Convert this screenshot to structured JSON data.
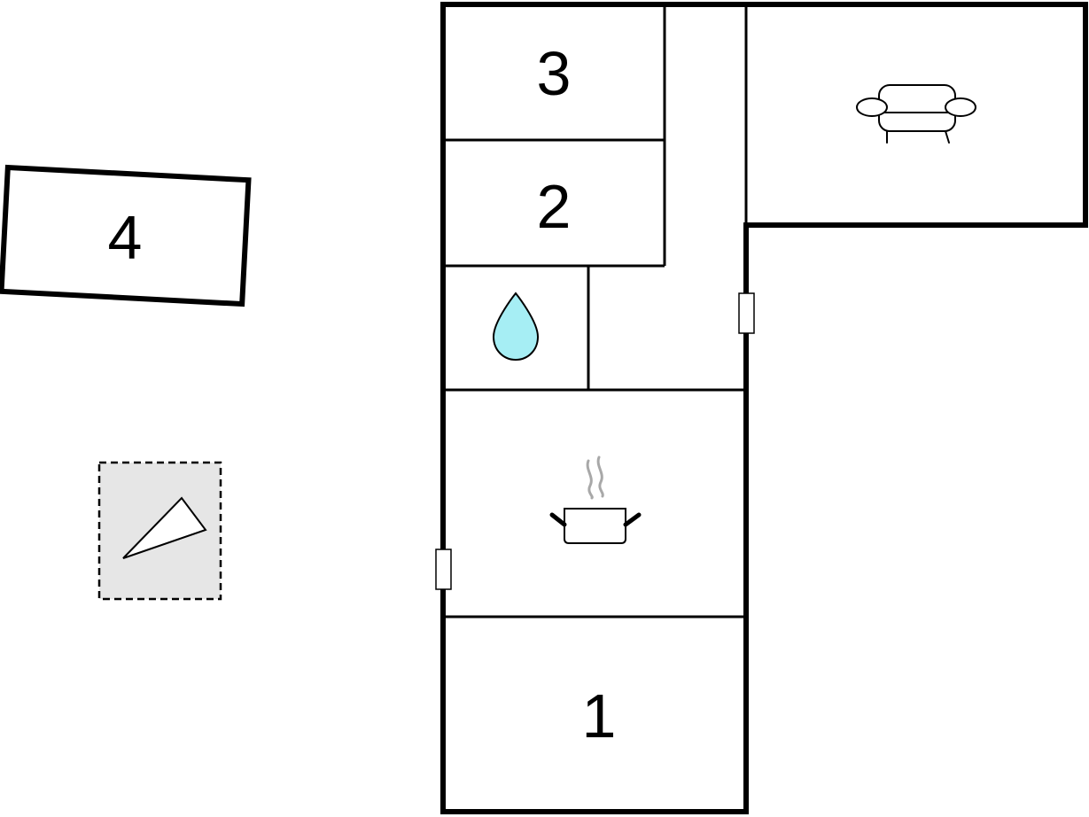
{
  "floorplan": {
    "rooms": {
      "room_1": {
        "label": "1"
      },
      "room_2": {
        "label": "2"
      },
      "room_3": {
        "label": "3"
      },
      "room_4": {
        "label": "4"
      }
    },
    "icons": {
      "living_room": "sofa-icon",
      "kitchen": "cooking-pot-icon",
      "bathroom": "water-drop-icon",
      "terrace": "compass-arrow-icon"
    },
    "colors": {
      "wall": "#000000",
      "water_drop": "#a6eef4",
      "terrace_fill": "#e6e6e6",
      "background": "#ffffff"
    }
  }
}
